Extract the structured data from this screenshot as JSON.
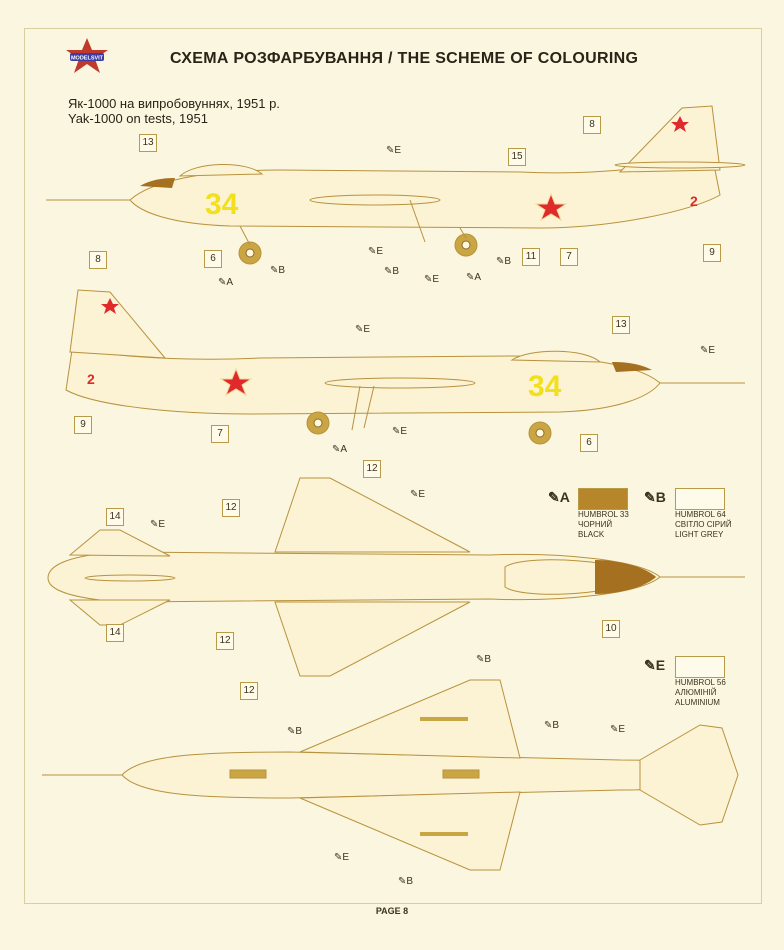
{
  "header": {
    "title": "СХЕМА РОЗФАРБУВАННЯ  / THE SCHEME OF COLOURING",
    "logo_text": "MODELSVIT"
  },
  "subtitle": {
    "ua": "Як-1000 на випробовуннях, 1951 р.",
    "en": "Yak-1000 on tests, 1951"
  },
  "aircraft_numbers": {
    "side_number": "34"
  },
  "callouts": {
    "c13a": "13",
    "c15": "15",
    "c8a": "8",
    "c6a": "6",
    "c11": "11",
    "c7a": "7",
    "c9a": "9",
    "c8b": "8",
    "c13b": "13",
    "c9b": "9",
    "c7b": "7",
    "c6b": "6",
    "c12a": "12",
    "c14a": "14",
    "c12b": "12",
    "c14b": "14",
    "c12c": "12",
    "c10": "10",
    "c12d": "12"
  },
  "paint_labels": {
    "a": "A",
    "b": "B",
    "e": "E"
  },
  "legend": {
    "a": {
      "letter": "A",
      "line1": "HUMBROL 33",
      "line2": "ЧОРНИЙ",
      "line3": "BLACK",
      "color": "#b8862a"
    },
    "b": {
      "letter": "B",
      "line1": "HUMBROL 64",
      "line2": "СВІТЛО СІРИЙ",
      "line3": "LIGHT GREY",
      "color": "#fffbea"
    },
    "e": {
      "letter": "E",
      "line1": "HUMBROL 56",
      "line2": "АЛЮМІНІЙ",
      "line3": "ALUMINIUM",
      "color": "#fffbea"
    }
  },
  "colors": {
    "star_red": "#e0292a",
    "number_yellow": "#f2e01c",
    "outline": "#b8923e",
    "canopy_dark": "#a5701f"
  },
  "footer": {
    "page": "PAGE 8"
  }
}
